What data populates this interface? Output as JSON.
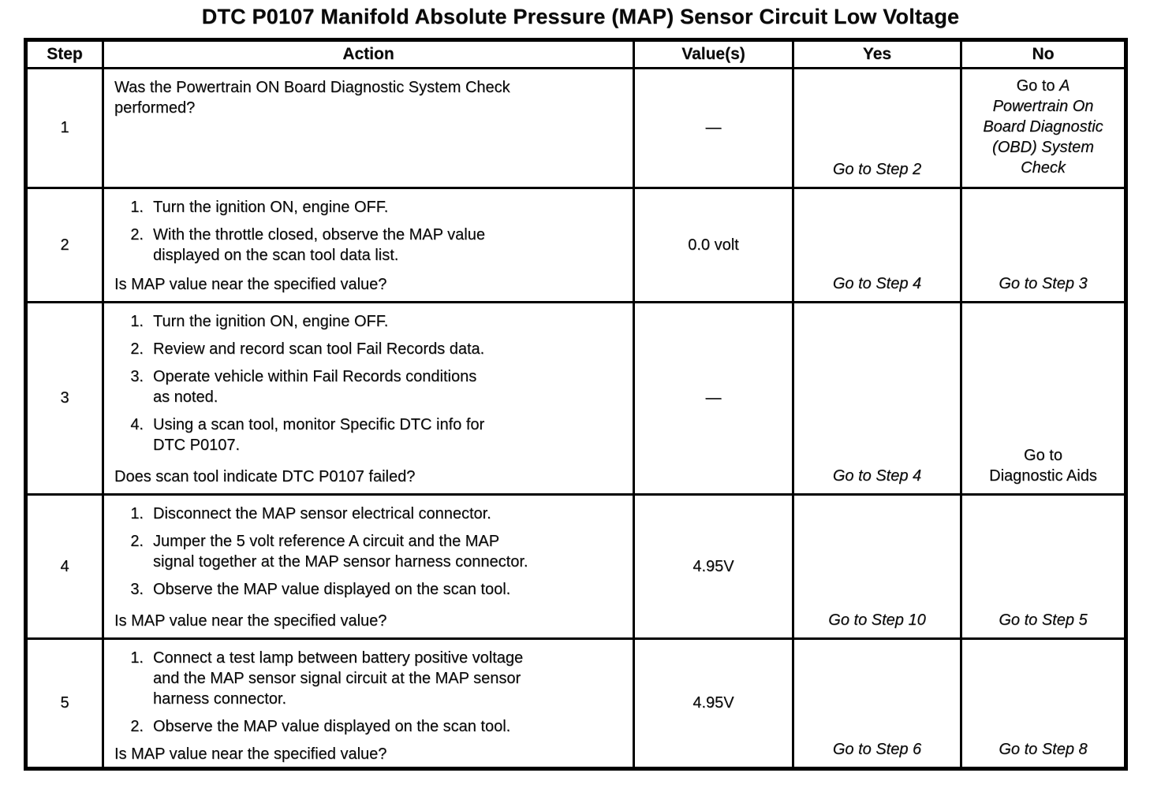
{
  "title": "DTC P0107 Manifold Absolute Pressure (MAP) Sensor Circuit Low Voltage",
  "table": {
    "headers": {
      "step": "Step",
      "action": "Action",
      "values": "Value(s)",
      "yes": "Yes",
      "no": "No"
    },
    "rows": [
      {
        "step": "1",
        "question_top": "Was the Powertrain ON Board Diagnostic System Check\nperformed?",
        "value": "—",
        "yes": "Go to Step 2",
        "no_prefix": "Go to ",
        "no_reference": "A\nPowertrain On\nBoard Diagnostic\n(OBD) System\nCheck"
      },
      {
        "step": "2",
        "items": [
          {
            "num": "1.",
            "text": "Turn the ignition ON, engine OFF."
          },
          {
            "num": "2.",
            "text": "With the throttle closed, observe the MAP value\ndisplayed on the scan tool data list."
          }
        ],
        "question": "Is MAP value near the specified value?",
        "value": "0.0 volt",
        "yes": "Go to Step 4",
        "no": "Go to Step 3"
      },
      {
        "step": "3",
        "items": [
          {
            "num": "1.",
            "text": "Turn the ignition ON, engine OFF."
          },
          {
            "num": "2.",
            "text": "Review and record scan tool Fail Records data."
          },
          {
            "num": "3.",
            "text": "Operate vehicle within Fail Records conditions\nas noted."
          },
          {
            "num": "4.",
            "text": "Using a scan tool, monitor Specific DTC info for\nDTC P0107."
          }
        ],
        "question": "Does scan tool indicate DTC P0107 failed?",
        "value": "—",
        "yes": "Go to Step 4",
        "no": "Go to\nDiagnostic Aids"
      },
      {
        "step": "4",
        "items": [
          {
            "num": "1.",
            "text": "Disconnect the MAP sensor electrical connector."
          },
          {
            "num": "2.",
            "text": "Jumper the 5 volt reference A circuit and the MAP\nsignal together at the MAP sensor harness connector."
          },
          {
            "num": "3.",
            "text": "Observe the MAP value displayed on the scan tool."
          }
        ],
        "question": "Is MAP value near the specified value?",
        "value": "4.95V",
        "yes": "Go to Step 10",
        "no": "Go to Step 5"
      },
      {
        "step": "5",
        "items": [
          {
            "num": "1.",
            "text": "Connect a test lamp between battery positive voltage\nand the MAP sensor signal circuit at the MAP sensor\nharness connector."
          },
          {
            "num": "2.",
            "text": "Observe the MAP value displayed on the scan tool."
          }
        ],
        "question": "Is MAP value near the specified value?",
        "value": "4.95V",
        "yes": "Go to Step 6",
        "no": "Go to Step 8"
      }
    ]
  }
}
